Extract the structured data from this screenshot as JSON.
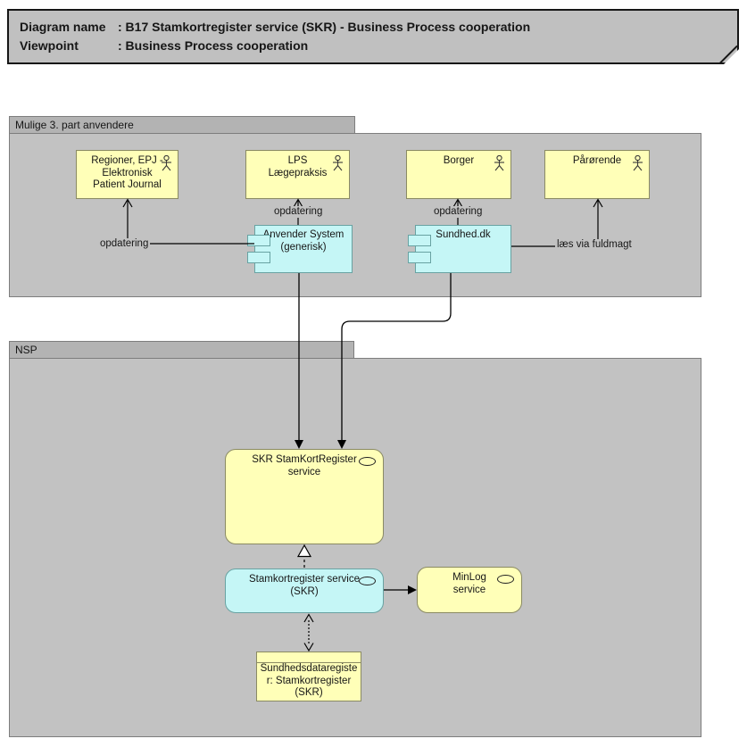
{
  "note": {
    "line1_label": "Diagram name",
    "line1_value": ": B17 Stamkortregister service (SKR) - Business Process cooperation",
    "line2_label": "Viewpoint",
    "line2_value": ": Business Process cooperation"
  },
  "groups": {
    "top_title": "Mulige 3. part anvendere",
    "bottom_title": "NSP"
  },
  "actors": {
    "regioner": "Regioner, EPJ -\nElektronisk\nPatient Journal",
    "lps": "LPS\nLægepraksis",
    "borger": "Borger",
    "paaroerende": "Pårørende"
  },
  "components": {
    "anvender": "Anvender System\n(generisk)",
    "sundhed": "Sundhed.dk"
  },
  "services": {
    "skr": "SKR StamKortRegister\nservice",
    "stamkort": "Stamkortregister service\n(SKR)",
    "minlog": "MinLog\nservice"
  },
  "objects": {
    "register": "Sundhedsdataregiste\nr: Stamkortregister\n(SKR)"
  },
  "relation_labels": {
    "opdatering_regioner": "opdatering",
    "opdatering_lps": "opdatering",
    "opdatering_borger": "opdatering",
    "laes_via_fuldmagt": "læs via fuldmagt"
  },
  "colors": {
    "node_yellow": "#ffffb8",
    "node_cyan": "#c5f6f6",
    "group_gray": "#c2c2c2",
    "note_gray": "#c0c0c0",
    "line_black": "#000000"
  }
}
